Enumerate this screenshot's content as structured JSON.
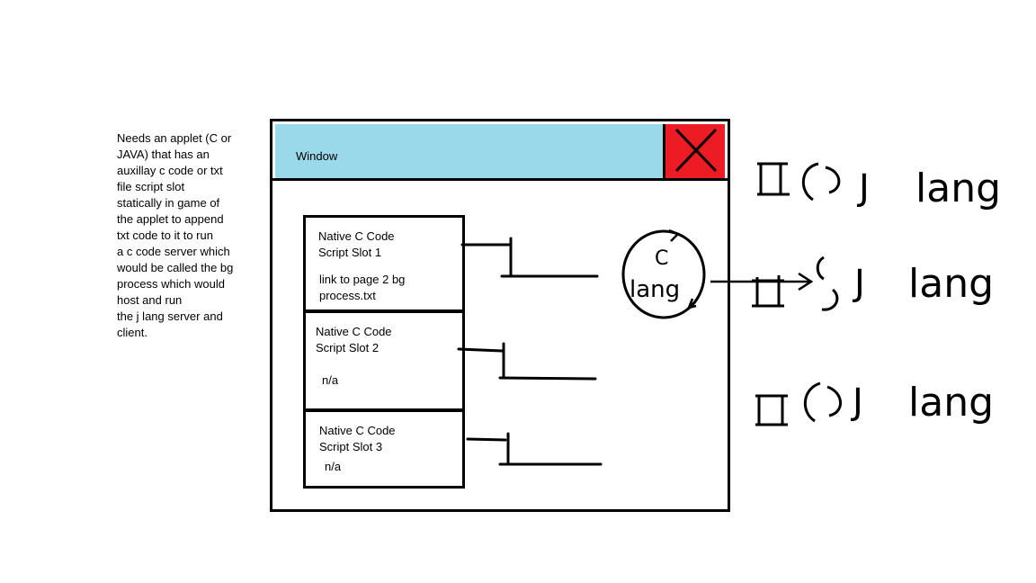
{
  "note": "Needs an applet (C or\nJAVA) that has an\nauxillay c code or txt\nfile script slot\nstatically in game of\nthe applet to append\ntxt code to it to run\na c code server which\nwould be called the bg\nprocess which would\nhost and run\nthe j lang server and\nclient.",
  "window": {
    "title": "Window",
    "slots": [
      {
        "title": "Native C Code\nScript Slot 1",
        "detail": "link to page 2 bg\nprocess.txt"
      },
      {
        "title": "Native C Code\nScript Slot 2",
        "detail": "n/a"
      },
      {
        "title": "Native C Code\nScript Slot 3",
        "detail": "n/a"
      }
    ]
  },
  "c_lang_node": {
    "line1": "C",
    "line2": "lang"
  },
  "j_lang_rows": [
    {
      "letter": "J",
      "label": "lang"
    },
    {
      "letter": "J",
      "label": "lang"
    },
    {
      "letter": "J",
      "label": "lang"
    }
  ],
  "colors": {
    "titlebar": "#99d9ea",
    "close": "#ed1c24"
  }
}
